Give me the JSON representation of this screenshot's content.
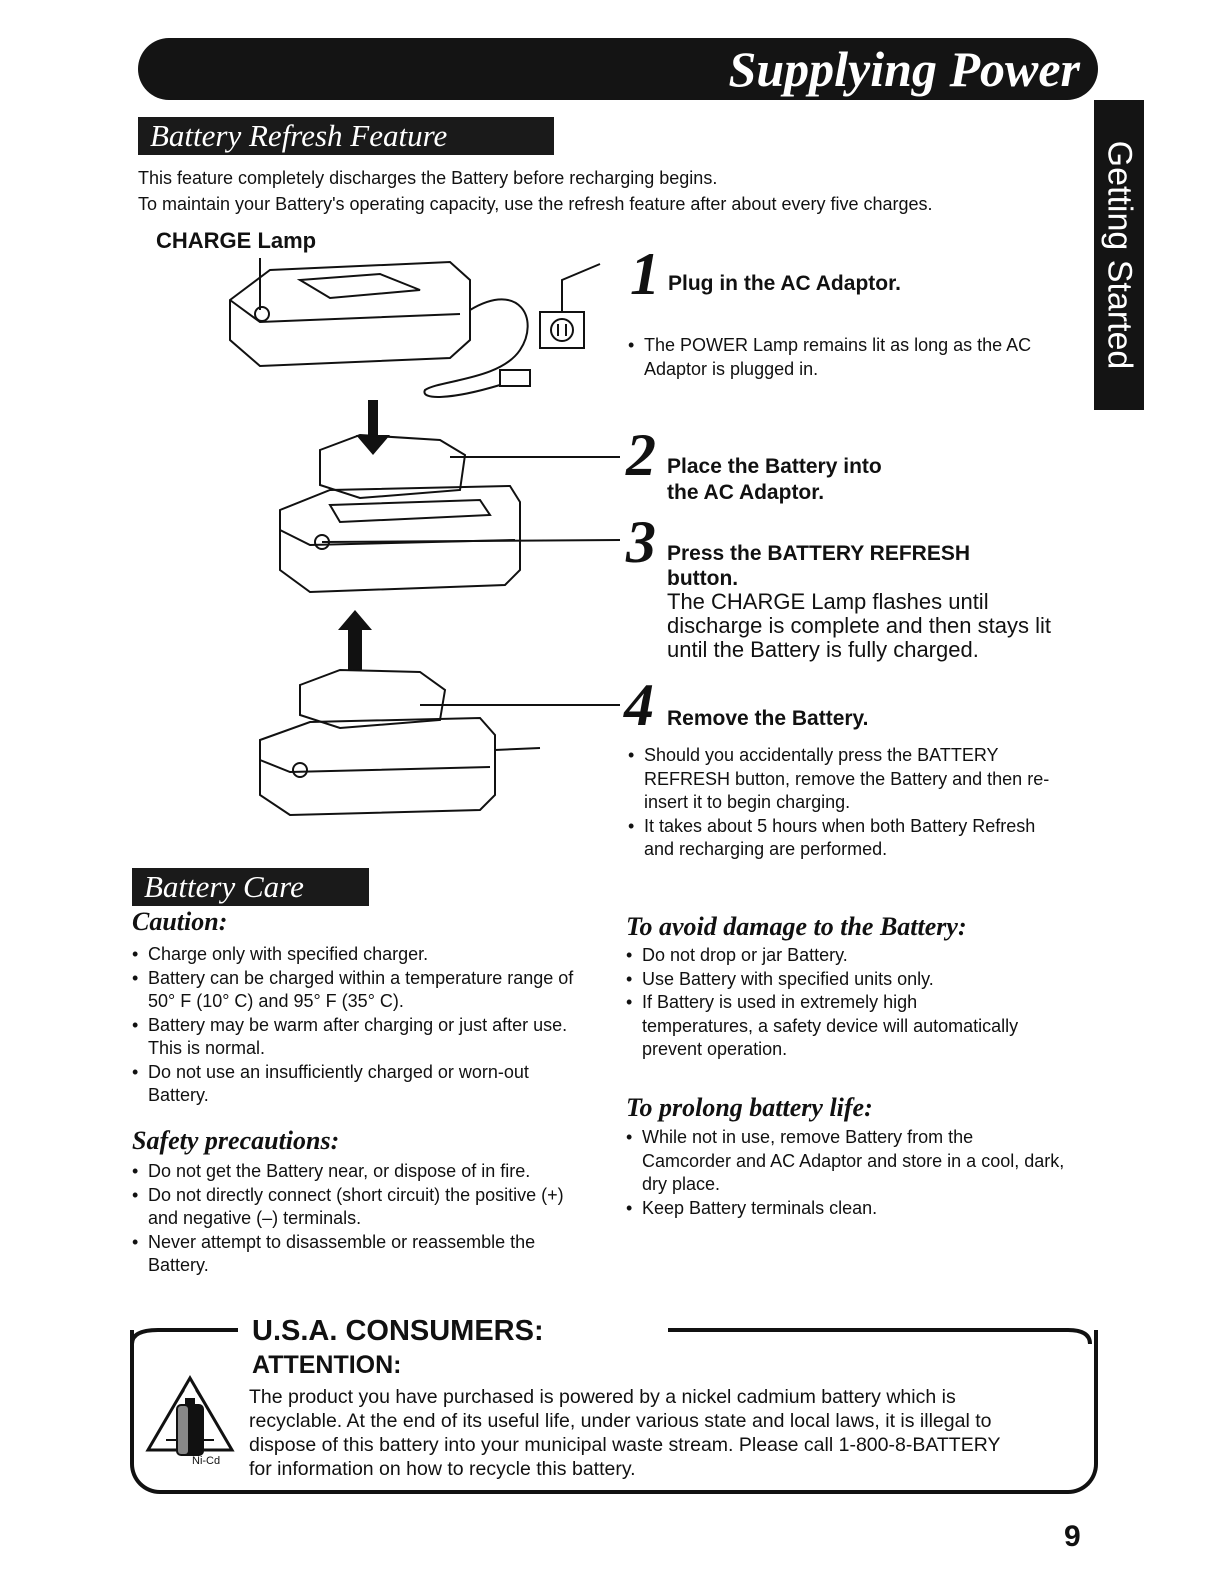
{
  "header": {
    "title": "Supplying Power"
  },
  "side_tab": {
    "label": "Getting Started"
  },
  "refresh": {
    "heading": "Battery Refresh Feature",
    "intro_1": "This feature completely discharges the Battery before recharging begins.",
    "intro_2": "To maintain your Battery's operating capacity, use the refresh feature after about every five charges.",
    "charge_lamp_label": "CHARGE Lamp",
    "steps": [
      {
        "num": "1",
        "title": "Plug in the AC Adaptor.",
        "bullets": [
          "The POWER Lamp remains lit as long as the AC Adaptor is plugged in."
        ]
      },
      {
        "num": "2",
        "title_1": "Place the Battery into",
        "title_2": "the AC Adaptor."
      },
      {
        "num": "3",
        "title_1": "Press the BATTERY REFRESH",
        "title_2": "button.",
        "text_1": "The CHARGE Lamp flashes until",
        "text_2": "discharge is complete and then stays lit",
        "text_3": "until the Battery is fully charged."
      },
      {
        "num": "4",
        "title": "Remove the Battery.",
        "bullets": [
          "Should you accidentally press the BATTERY REFRESH button, remove the Battery and then re-insert it to begin charging.",
          "It takes about 5 hours when both Battery Refresh and recharging are performed."
        ]
      }
    ]
  },
  "care": {
    "heading": "Battery Care",
    "caution": {
      "title": "Caution:",
      "items": [
        "Charge only with specified charger.",
        "Battery can be charged within a temperature range of 50° F (10° C) and 95° F (35° C).",
        "Battery may be warm after charging or just after use. This is normal.",
        "Do not use an insufficiently charged or worn-out Battery."
      ]
    },
    "safety": {
      "title": "Safety precautions:",
      "items": [
        "Do not get the Battery near, or dispose of in fire.",
        "Do not directly connect (short circuit) the positive (+) and negative (–) terminals.",
        "Never attempt to disassemble or reassemble the Battery."
      ]
    },
    "avoid_damage": {
      "title": "To avoid damage to the Battery:",
      "items": [
        "Do not drop or jar Battery.",
        "Use Battery with specified units only.",
        "If Battery is used in extremely high temperatures, a safety device will automatically prevent operation."
      ]
    },
    "prolong": {
      "title": "To prolong battery life:",
      "items": [
        "While not in use, remove Battery from the Camcorder and AC Adaptor and store  in a cool, dark, dry place.",
        "Keep Battery terminals clean."
      ]
    }
  },
  "consumers": {
    "title": "U.S.A. CONSUMERS:",
    "attention": "ATTENTION:",
    "line_1": "The product you have purchased is powered by a nickel cadmium battery which is",
    "line_2": "recyclable. At the end of its useful life, under various state and local laws, it is illegal to",
    "line_3": "dispose of this battery into your municipal waste stream. Please call 1-800-8-BATTERY",
    "line_4": "for information on how to recycle this battery.",
    "logo_text": "Ni-Cd"
  },
  "page_number": "9"
}
